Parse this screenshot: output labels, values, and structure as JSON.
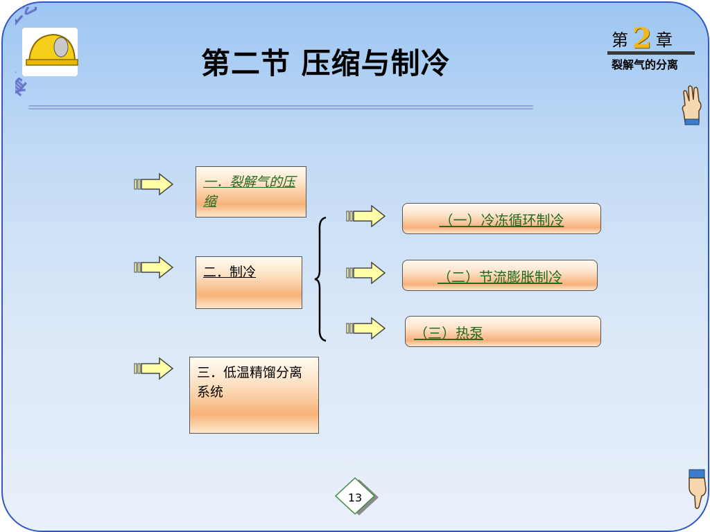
{
  "title": "第二节  压缩与制冷",
  "logo": {
    "text": "有机化工工艺",
    "icon": "safety-helmet-icon"
  },
  "chapter": {
    "prefix": "第",
    "number": "2",
    "suffix": "章",
    "subtitle": "裂解气的分离"
  },
  "sections": [
    {
      "label": "一．裂解气的压缩"
    },
    {
      "label": "二．制冷"
    },
    {
      "label": "三．低温精馏分离系统"
    }
  ],
  "refrigeration_items": [
    {
      "label": "（一）冷冻循环制冷"
    },
    {
      "label": "（二）节流膨胀制冷"
    },
    {
      "label": "（三）热泵"
    }
  ],
  "page_number": "13",
  "nav": {
    "next_icon": "hand-pointing-up-icon",
    "back_icon": "hand-pointing-down-icon"
  }
}
